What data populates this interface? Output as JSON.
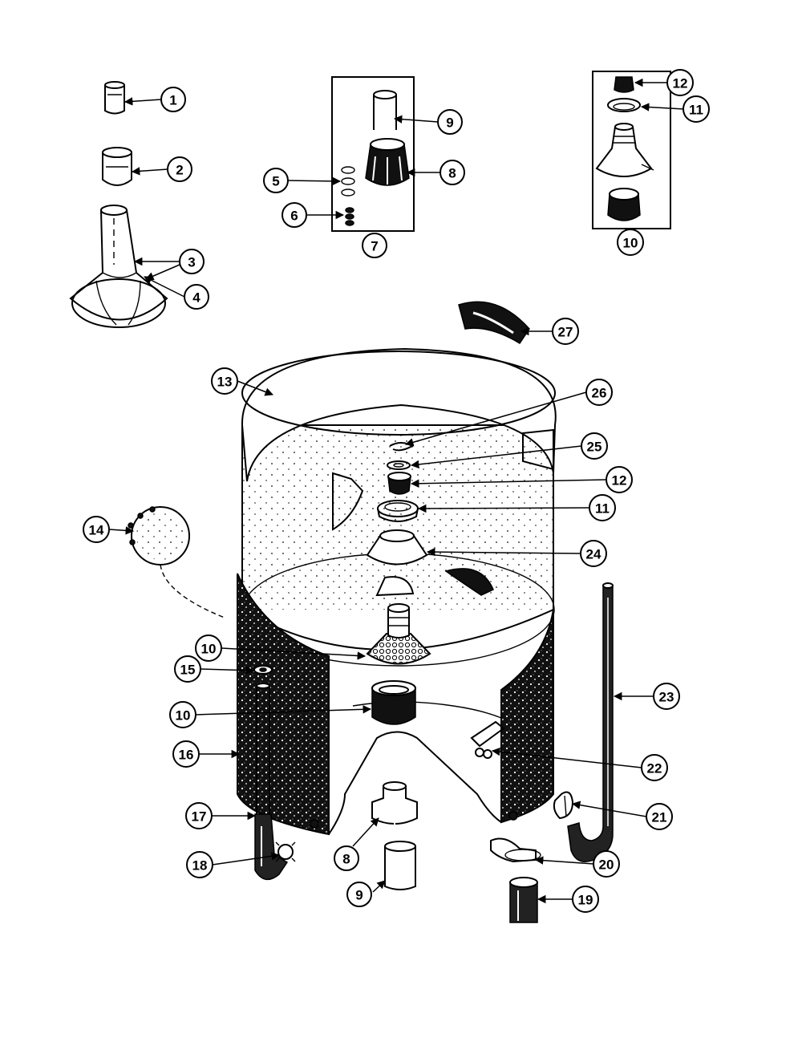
{
  "callouts": [
    {
      "id": "c1",
      "label": "1"
    },
    {
      "id": "c2",
      "label": "2"
    },
    {
      "id": "c3",
      "label": "3"
    },
    {
      "id": "c4",
      "label": "4"
    },
    {
      "id": "c5",
      "label": "5"
    },
    {
      "id": "c6",
      "label": "6"
    },
    {
      "id": "c7",
      "label": "7"
    },
    {
      "id": "c8a",
      "label": "8"
    },
    {
      "id": "c9a",
      "label": "9"
    },
    {
      "id": "c10a",
      "label": "10"
    },
    {
      "id": "c11a",
      "label": "11"
    },
    {
      "id": "c12a",
      "label": "12"
    },
    {
      "id": "c13",
      "label": "13"
    },
    {
      "id": "c14",
      "label": "14"
    },
    {
      "id": "c10b",
      "label": "10"
    },
    {
      "id": "c15",
      "label": "15"
    },
    {
      "id": "c10c",
      "label": "10"
    },
    {
      "id": "c16",
      "label": "16"
    },
    {
      "id": "c17",
      "label": "17"
    },
    {
      "id": "c18",
      "label": "18"
    },
    {
      "id": "c8b",
      "label": "8"
    },
    {
      "id": "c9b",
      "label": "9"
    },
    {
      "id": "c19",
      "label": "19"
    },
    {
      "id": "c20",
      "label": "20"
    },
    {
      "id": "c21",
      "label": "21"
    },
    {
      "id": "c22",
      "label": "22"
    },
    {
      "id": "c23",
      "label": "23"
    },
    {
      "id": "c24",
      "label": "24"
    },
    {
      "id": "c11b",
      "label": "11"
    },
    {
      "id": "c12b",
      "label": "12"
    },
    {
      "id": "c25",
      "label": "25"
    },
    {
      "id": "c26",
      "label": "26"
    },
    {
      "id": "c27",
      "label": "27"
    }
  ]
}
